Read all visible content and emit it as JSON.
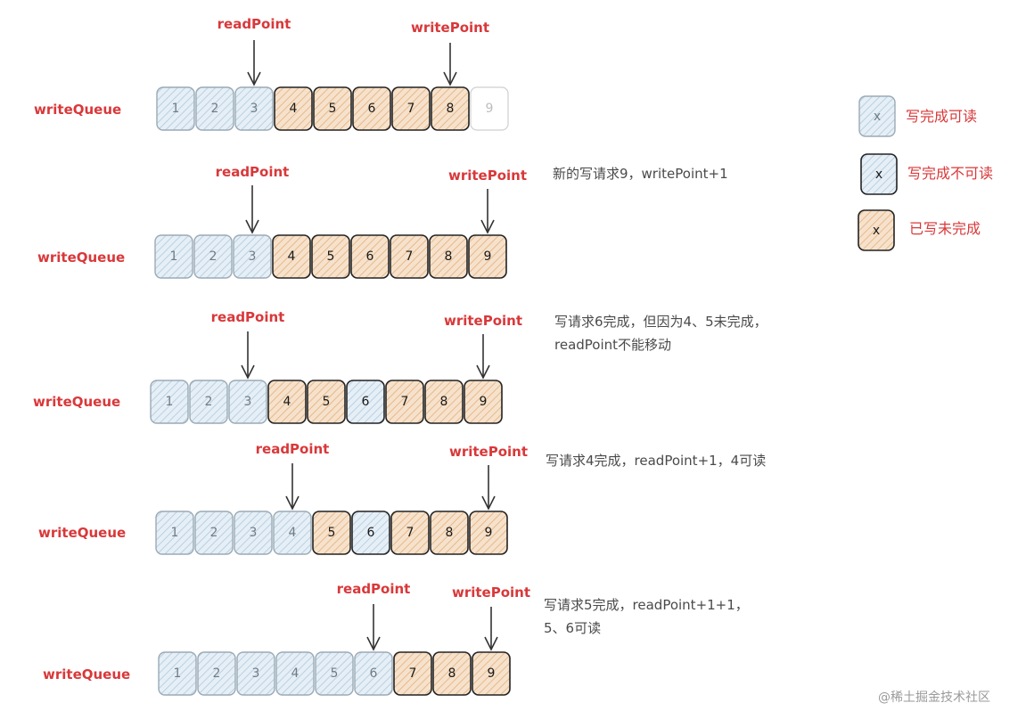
{
  "colors": {
    "readable_fill": "#dbe8f2",
    "readable_stroke": "#9aaab5",
    "done_unreadable_fill": "#dbe8f2",
    "done_unreadable_stroke": "#222222",
    "pending_fill": "#f3d6b8",
    "pending_stroke": "#222222",
    "empty_stroke": "#cfcfcf",
    "accent_red": "#d9383a"
  },
  "legend": [
    {
      "state": "readable",
      "symbol": "x",
      "text": "写完成可读"
    },
    {
      "state": "done_unreadable",
      "symbol": "x",
      "text": "写完成不可读"
    },
    {
      "state": "pending",
      "symbol": "x",
      "text": "已写未完成"
    }
  ],
  "steps": [
    {
      "queue_label": "writeQueue",
      "read_label": "readPoint",
      "write_label": "writePoint",
      "read_index": 2,
      "write_index": 7,
      "note": [],
      "cells": [
        {
          "n": "1",
          "state": "readable"
        },
        {
          "n": "2",
          "state": "readable"
        },
        {
          "n": "3",
          "state": "readable"
        },
        {
          "n": "4",
          "state": "pending"
        },
        {
          "n": "5",
          "state": "pending"
        },
        {
          "n": "6",
          "state": "pending"
        },
        {
          "n": "7",
          "state": "pending"
        },
        {
          "n": "8",
          "state": "pending"
        },
        {
          "n": "9",
          "state": "empty"
        }
      ]
    },
    {
      "queue_label": "writeQueue",
      "read_label": "readPoint",
      "write_label": "writePoint",
      "read_index": 2,
      "write_index": 8,
      "note": [
        "新的写请求9，writePoint+1"
      ],
      "cells": [
        {
          "n": "1",
          "state": "readable"
        },
        {
          "n": "2",
          "state": "readable"
        },
        {
          "n": "3",
          "state": "readable"
        },
        {
          "n": "4",
          "state": "pending"
        },
        {
          "n": "5",
          "state": "pending"
        },
        {
          "n": "6",
          "state": "pending"
        },
        {
          "n": "7",
          "state": "pending"
        },
        {
          "n": "8",
          "state": "pending"
        },
        {
          "n": "9",
          "state": "pending"
        }
      ]
    },
    {
      "queue_label": "writeQueue",
      "read_label": "readPoint",
      "write_label": "writePoint",
      "read_index": 2,
      "write_index": 8,
      "note": [
        "写请求6完成，但因为4、5未完成，",
        "readPoint不能移动"
      ],
      "cells": [
        {
          "n": "1",
          "state": "readable"
        },
        {
          "n": "2",
          "state": "readable"
        },
        {
          "n": "3",
          "state": "readable"
        },
        {
          "n": "4",
          "state": "pending"
        },
        {
          "n": "5",
          "state": "pending"
        },
        {
          "n": "6",
          "state": "done_unreadable"
        },
        {
          "n": "7",
          "state": "pending"
        },
        {
          "n": "8",
          "state": "pending"
        },
        {
          "n": "9",
          "state": "pending"
        }
      ]
    },
    {
      "queue_label": "writeQueue",
      "read_label": "readPoint",
      "write_label": "writePoint",
      "read_index": 3,
      "write_index": 8,
      "note": [
        "写请求4完成，readPoint+1，4可读"
      ],
      "cells": [
        {
          "n": "1",
          "state": "readable"
        },
        {
          "n": "2",
          "state": "readable"
        },
        {
          "n": "3",
          "state": "readable"
        },
        {
          "n": "4",
          "state": "readable"
        },
        {
          "n": "5",
          "state": "pending"
        },
        {
          "n": "6",
          "state": "done_unreadable"
        },
        {
          "n": "7",
          "state": "pending"
        },
        {
          "n": "8",
          "state": "pending"
        },
        {
          "n": "9",
          "state": "pending"
        }
      ]
    },
    {
      "queue_label": "writeQueue",
      "read_label": "readPoint",
      "write_label": "writePoint",
      "read_index": 5,
      "write_index": 8,
      "note": [
        "写请求5完成，readPoint+1+1，",
        "5、6可读"
      ],
      "cells": [
        {
          "n": "1",
          "state": "readable"
        },
        {
          "n": "2",
          "state": "readable"
        },
        {
          "n": "3",
          "state": "readable"
        },
        {
          "n": "4",
          "state": "readable"
        },
        {
          "n": "5",
          "state": "readable"
        },
        {
          "n": "6",
          "state": "readable"
        },
        {
          "n": "7",
          "state": "pending"
        },
        {
          "n": "8",
          "state": "pending"
        },
        {
          "n": "9",
          "state": "pending"
        }
      ]
    }
  ],
  "watermark": "@稀土掘金技术社区"
}
